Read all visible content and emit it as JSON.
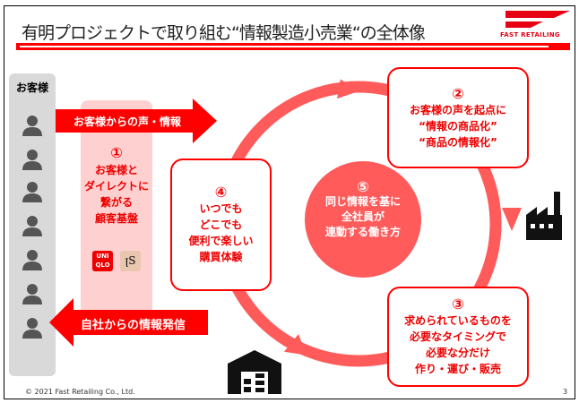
{
  "header": {
    "title": "有明プロジェクトで取り組む“情報製造小売業“の全体像",
    "logo_text": "FAST RETAILING"
  },
  "customers": {
    "label": "お客様",
    "count": 7
  },
  "arrows": {
    "top": "お客様からの声・情報",
    "bottom": "自社からの情報発信"
  },
  "step1": {
    "num": "①",
    "text": "お客様と\nダイレクトに\n繋がる\n顧客基盤",
    "brands": {
      "uniqlo": "UNI QLO",
      "theory": "ꞁS"
    }
  },
  "step2": {
    "num": "②",
    "text": "お客様の声を起点に\n“情報の商品化”\n“商品の情報化”"
  },
  "step3": {
    "num": "③",
    "text": "求められているものを\n必要なタイミングで\n必要な分だけ\n作り・運び・販売"
  },
  "step4": {
    "num": "④",
    "text": "いつでも\nどこでも\n便利で楽しい\n購買体験"
  },
  "step5": {
    "num": "⑤",
    "text": "同じ情報を基に\n全社員が\n連動する働き方"
  },
  "colors": {
    "accent": "#ff0000",
    "ring": "#ff5b5b",
    "pink": "#ffd0d0",
    "gray": "#d9d9d9"
  },
  "footer": {
    "copyright": "© 2021  Fast Retailing Co., Ltd.",
    "page": "3"
  }
}
